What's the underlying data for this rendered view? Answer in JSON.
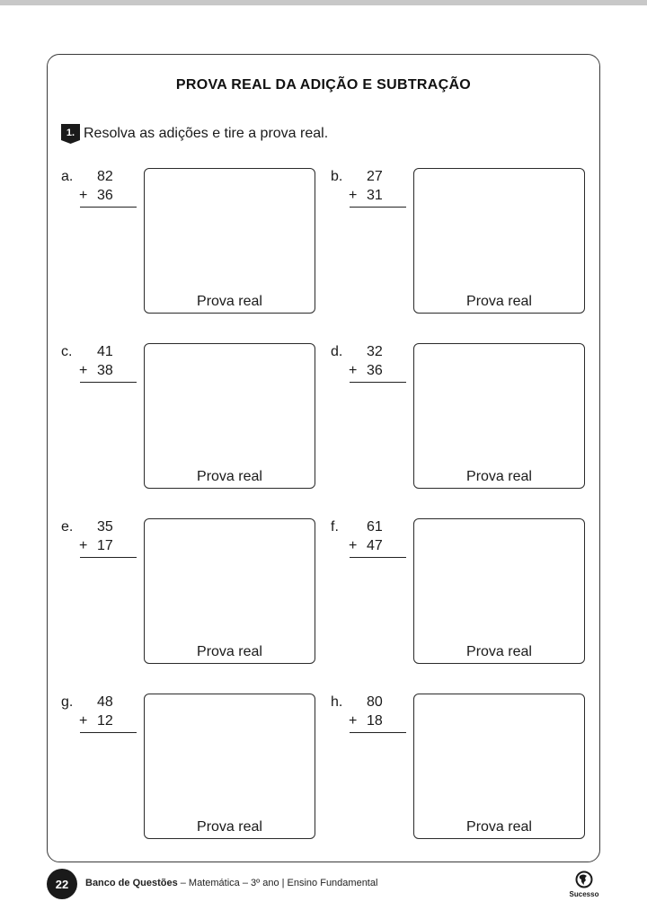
{
  "title": "PROVA REAL DA ADIÇÃO E SUBTRAÇÃO",
  "question": {
    "number": "1.",
    "text": "Resolva as adições e tire a prova real."
  },
  "box_label": "Prova real",
  "operator": "+",
  "items": [
    {
      "letter": "a.",
      "a": "82",
      "b": "36"
    },
    {
      "letter": "b.",
      "a": "27",
      "b": "31"
    },
    {
      "letter": "c.",
      "a": "41",
      "b": "38"
    },
    {
      "letter": "d.",
      "a": "32",
      "b": "36"
    },
    {
      "letter": "e.",
      "a": "35",
      "b": "17"
    },
    {
      "letter": "f.",
      "a": "61",
      "b": "47"
    },
    {
      "letter": "g.",
      "a": "48",
      "b": "12"
    },
    {
      "letter": "h.",
      "a": "80",
      "b": "18"
    }
  ],
  "footer": {
    "page_number": "22",
    "book_title": "Banco de Questões",
    "subtitle": " – Matemática – 3º ano | Ensino Fundamental",
    "logo_text": "Sucesso"
  }
}
